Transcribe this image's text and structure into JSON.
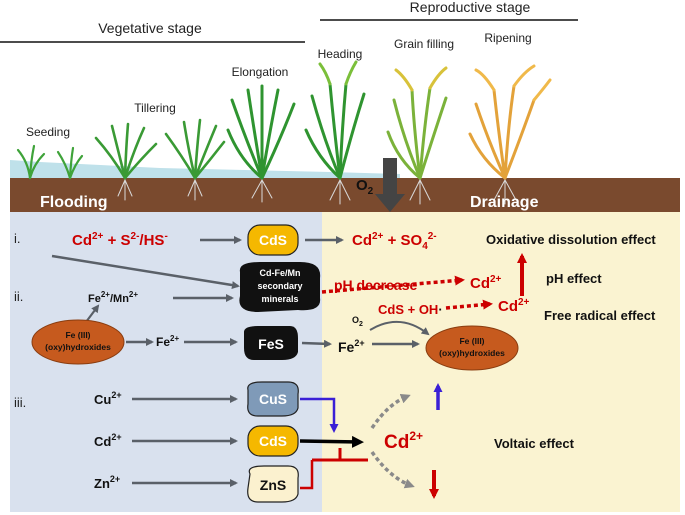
{
  "stages": {
    "vegetative": "Vegetative stage",
    "reproductive": "Reproductive stage"
  },
  "growth_phases": {
    "seeding": "Seeding",
    "tillering": "Tillering",
    "elongation": "Elongation",
    "heading": "Heading",
    "grain_filling": "Grain filling",
    "ripening": "Ripening"
  },
  "water_regime": {
    "flooding": "Flooding",
    "drainage": "Drainage",
    "o2": "O",
    "o2_sub": "2"
  },
  "row_labels": {
    "i": "i.",
    "ii": "ii.",
    "iii": "iii."
  },
  "row_i": {
    "cd": "Cd",
    "cd_sup": "2+",
    "plus_s": " + S",
    "s_sup": "2-",
    "slash_hs": "/HS",
    "hs_sup": "-",
    "cds": "CdS",
    "so4_text": " + SO",
    "so4_sub": "4",
    "so4_sup": "2-"
  },
  "row_ii": {
    "fe_mn": "Fe",
    "fe_mn_sup": "2+",
    "slash_mn": "/Mn",
    "mn_sup": "2+",
    "secondary_line1": "Cd-Fe/Mn",
    "secondary_line2": "secondary",
    "secondary_line3": "minerals",
    "ph_decrease": "pH decrease",
    "cd": "Cd",
    "cd_sup": "2+"
  },
  "free_radical": {
    "cds_oh": "CdS + OH",
    "dot": "·",
    "cd": "Cd",
    "cd_sup": "2+",
    "o2": "O",
    "o2_sub": "2"
  },
  "iron_cycle": {
    "fe3_line1": "Fe (III)",
    "fe3_line2": "(oxy)hydroxides",
    "fe2": "Fe",
    "fe2_sup": "2+",
    "fes": "FeS",
    "fe2_right": "Fe",
    "fe2_right_sup": "2+"
  },
  "row_iii": {
    "cu": "Cu",
    "cu_sup": "2+",
    "cd": "Cd",
    "cd_sup": "2+",
    "zn": "Zn",
    "zn_sup": "2+",
    "cus": "CuS",
    "cds": "CdS",
    "zns": "ZnS",
    "cd_center": "Cd",
    "cd_center_sup": "2+"
  },
  "effects": {
    "oxidative": "Oxidative dissolution effect",
    "ph": "pH effect",
    "free_radical": "Free radical effect",
    "voltaic": "Voltaic effect"
  },
  "colors": {
    "flooding_panel": "#d9e1ee",
    "drainage_panel": "#faf3d1",
    "soil": "#7a4a2e",
    "water": "#bfe1ea",
    "cd_red": "#cc0000",
    "cds_yellow": "#f5b800",
    "iron_orange": "#c65a1e",
    "cus_grey": "#7f9ab8",
    "zns_cream": "#fbf1cf",
    "arrow_grey": "#5a6068",
    "blue_arrow": "#3a1fd6"
  }
}
